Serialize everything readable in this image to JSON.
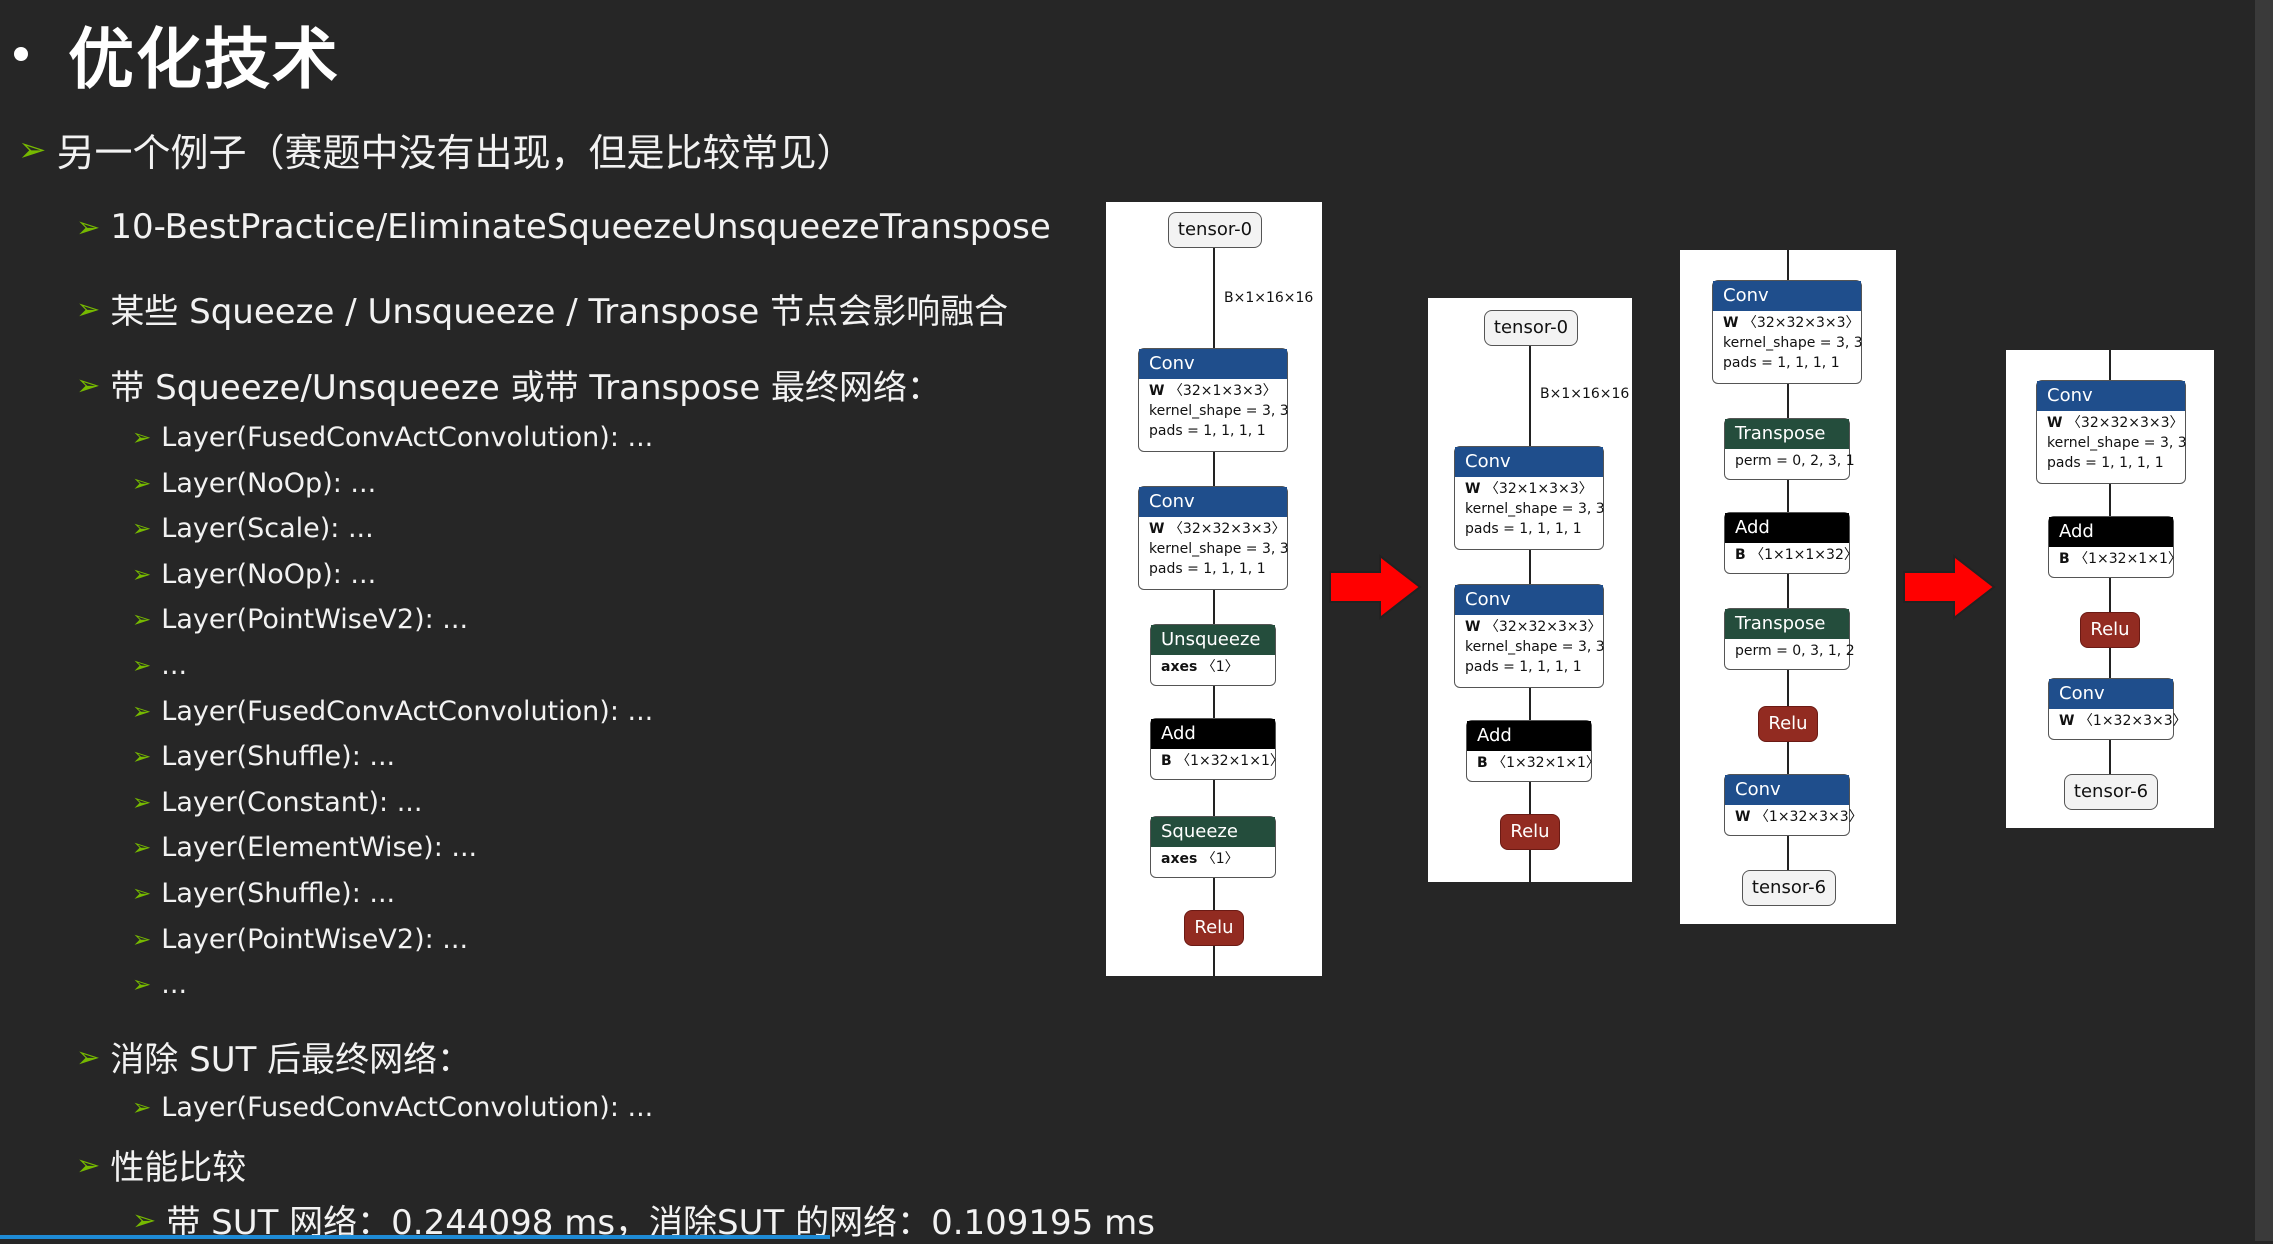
{
  "title": "优化技术",
  "bullets": {
    "main": "另一个例子（赛题中没有出现，但是比较常见）",
    "path": "10-BestPractice/EliminateSqueezeUnsqueezeTranspose",
    "note": "某些 Squeeze / Unsqueeze / Transpose 节点会影响融合",
    "with_header": "带 Squeeze/Unsqueeze 或带 Transpose 最终网络：",
    "with_layers": [
      "Layer(FusedConvActConvolution): ...",
      "Layer(NoOp): ...",
      "Layer(Scale): ...",
      "Layer(NoOp): ...",
      "Layer(PointWiseV2): ...",
      "...",
      "Layer(FusedConvActConvolution): ...",
      "Layer(Shuffle): ...",
      "Layer(Constant): ...",
      "Layer(ElementWise): ...",
      "Layer(Shuffle): ...",
      "Layer(PointWiseV2): ...",
      "..."
    ],
    "without_header": "消除 SUT 后最终网络：",
    "without_layers": [
      "Layer(FusedConvActConvolution): ..."
    ],
    "perf_header": "性能比较",
    "perf_detail": "带 SUT 网络：0.244098 ms，消除SUT 的网络：0.109195 ms"
  },
  "graphs": {
    "g1": {
      "tensor": "tensor-0",
      "shape": "B×1×16×16",
      "conv1": {
        "op": "Conv",
        "w": "〈32×1×3×3〉",
        "ks": "kernel_shape = 3, 3",
        "pads": "pads = 1, 1, 1, 1"
      },
      "conv2": {
        "op": "Conv",
        "w": "〈32×32×3×3〉",
        "ks": "kernel_shape = 3, 3",
        "pads": "pads = 1, 1, 1, 1"
      },
      "unsq": {
        "op": "Unsqueeze",
        "axes": "〈1〉"
      },
      "add": {
        "op": "Add",
        "b": "〈1×32×1×1〉"
      },
      "sq": {
        "op": "Squeeze",
        "axes": "〈1〉"
      },
      "relu": "Relu"
    },
    "g2": {
      "tensor": "tensor-0",
      "shape": "B×1×16×16",
      "conv1": {
        "op": "Conv",
        "w": "〈32×1×3×3〉",
        "ks": "kernel_shape = 3, 3",
        "pads": "pads = 1, 1, 1, 1"
      },
      "conv2": {
        "op": "Conv",
        "w": "〈32×32×3×3〉",
        "ks": "kernel_shape = 3, 3",
        "pads": "pads = 1, 1, 1, 1"
      },
      "add": {
        "op": "Add",
        "b": "〈1×32×1×1〉"
      },
      "relu": "Relu"
    },
    "g3": {
      "conv1": {
        "op": "Conv",
        "w": "〈32×32×3×3〉",
        "ks": "kernel_shape = 3, 3",
        "pads": "pads = 1, 1, 1, 1"
      },
      "tr1": {
        "op": "Transpose",
        "perm": "perm = 0, 2, 3, 1"
      },
      "add": {
        "op": "Add",
        "b": "〈1×1×1×32〉"
      },
      "tr2": {
        "op": "Transpose",
        "perm": "perm = 0, 3, 1, 2"
      },
      "relu": "Relu",
      "conv2": {
        "op": "Conv",
        "w": "〈1×32×3×3〉"
      },
      "tensor": "tensor-6"
    },
    "g4": {
      "conv1": {
        "op": "Conv",
        "w": "〈32×32×3×3〉",
        "ks": "kernel_shape = 3, 3",
        "pads": "pads = 1, 1, 1, 1"
      },
      "add": {
        "op": "Add",
        "b": "〈1×32×1×1〉"
      },
      "relu": "Relu",
      "conv2": {
        "op": "Conv",
        "w": "〈1×32×3×3〉"
      },
      "tensor": "tensor-6"
    },
    "w_label": "W",
    "b_label": "B",
    "axes_label": "axes",
    "arrow_color": "#ff0000"
  }
}
